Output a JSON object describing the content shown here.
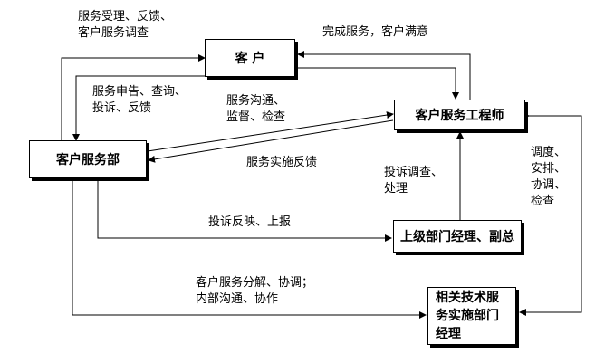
{
  "nodes": {
    "customer": "客 户",
    "service_dept": "客户服务部",
    "engineer": "客户服务工程师",
    "senior_manager": "上级部门经理、副总",
    "tech_manager": "相关技术服\n务实施部门\n经理"
  },
  "edge_labels": {
    "accept_feedback_survey": "服务受理、反馈、\n客户服务调查",
    "complete_service": "完成服务，客户满意",
    "declare_query_complain": "服务申告、查询、\n投诉、反馈",
    "communicate_supervise": "服务沟通、\n监督、检查",
    "implementation_feedback": "服务实施反馈",
    "complaint_investigation": "投诉调查、\n处理",
    "dispatch_coordinate": "调度、\n安排、\n协调、\n检查",
    "complaint_report": "投诉反映、上报",
    "decompose_coordinate": "客户服务分解、协调；\n内部沟通、协作"
  }
}
